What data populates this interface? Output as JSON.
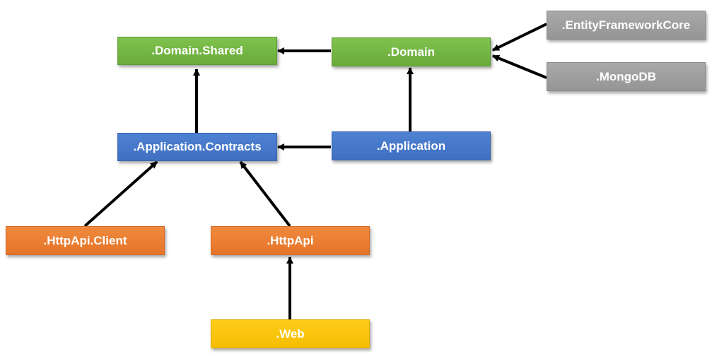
{
  "nodes": {
    "domain_shared": {
      "label": ".Domain.Shared",
      "color": "#6aab39"
    },
    "domain": {
      "label": ".Domain",
      "color": "#6aab39"
    },
    "entity_framework_core": {
      "label": ".EntityFrameworkCore",
      "color": "#959595"
    },
    "mongodb": {
      "label": ".MongoDB",
      "color": "#959595"
    },
    "application_contracts": {
      "label": ".Application.Contracts",
      "color": "#3f6fc0"
    },
    "application": {
      "label": ".Application",
      "color": "#3f6fc0"
    },
    "httpapi_client": {
      "label": ".HttpApi.Client",
      "color": "#e57429"
    },
    "httpapi": {
      "label": ".HttpApi",
      "color": "#e57429"
    },
    "web": {
      "label": ".Web",
      "color": "#f5bd00"
    }
  },
  "edges": [
    {
      "from": "domain",
      "to": "domain_shared"
    },
    {
      "from": "entity_framework_core",
      "to": "domain"
    },
    {
      "from": "mongodb",
      "to": "domain"
    },
    {
      "from": "application_contracts",
      "to": "domain_shared"
    },
    {
      "from": "application",
      "to": "domain"
    },
    {
      "from": "application",
      "to": "application_contracts"
    },
    {
      "from": "httpapi_client",
      "to": "application_contracts"
    },
    {
      "from": "httpapi",
      "to": "application_contracts"
    },
    {
      "from": "web",
      "to": "httpapi"
    }
  ]
}
